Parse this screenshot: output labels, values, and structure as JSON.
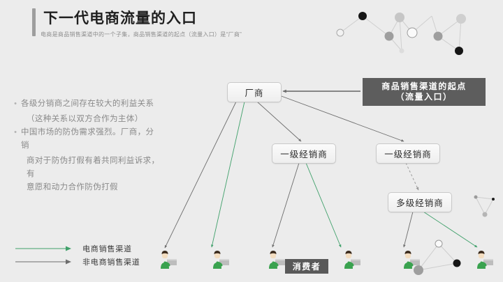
{
  "header": {
    "title": "下一代电商流量的入口",
    "subtitle": "电商是商品销售渠道中的一个子集，商品销售渠道的起点（流量入口）是“厂商”",
    "accent_color": "#9e9e9e"
  },
  "bullets": [
    {
      "marker": "•",
      "line1": "各级分销商之间存在较大的利益关系",
      "line2": "（这种关系以双方合作为主体）",
      "line3": ""
    },
    {
      "marker": "•",
      "line1": "中国市场的防伪需求强烈。厂商，分销",
      "line2": "商对于防伪打假有着共同利益诉求，有",
      "line3": "意愿和动力合作防伪打假"
    }
  ],
  "diagram": {
    "nodes": {
      "maker": "厂商",
      "level1_left": "一级经销商",
      "level1_right": "一级经销商",
      "multi": "多级经销商"
    },
    "callout": {
      "line1": "商品销售渠道的起点",
      "line2": "（流量入口）",
      "bg_color": "#5d5d5d",
      "text_color": "#ffffff"
    },
    "consumer_badge": {
      "label": "消费者",
      "bg_color": "#595959"
    },
    "consumer_count": 6
  },
  "legend": {
    "items": [
      {
        "label": "电商销售渠道",
        "color": "#3fa06a",
        "icon": "arrow-right-icon"
      },
      {
        "label": "非电商销售渠道",
        "color": "#6d6d6d",
        "icon": "arrow-right-icon"
      }
    ]
  },
  "colors": {
    "background": "#ececec",
    "ecommerce_arrow": "#3fa06a",
    "offline_arrow": "#6d6d6d",
    "node_border": "#c9c9c9",
    "title_text": "#1f1f1f",
    "body_text": "#8a8a8a"
  }
}
